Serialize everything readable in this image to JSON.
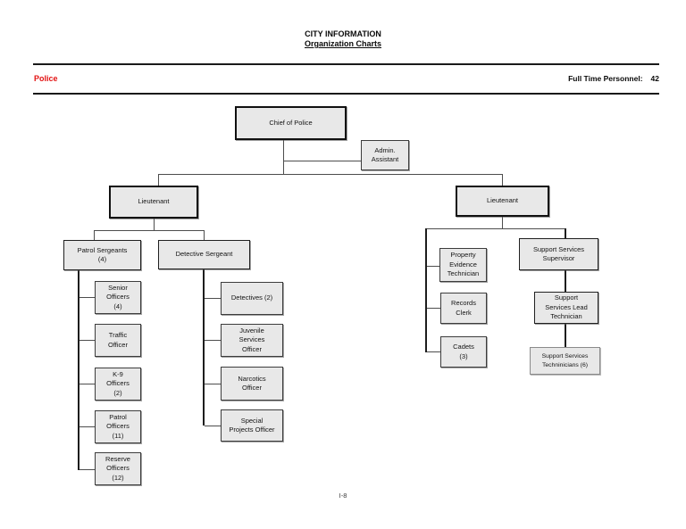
{
  "page": {
    "title_line1": "CITY INFORMATION",
    "title_line2": "Organization Charts",
    "department": "Police",
    "personnel_label": "Full Time Personnel:",
    "personnel_value": "42",
    "footer": "I-8"
  },
  "colors": {
    "department_text": "#e31212",
    "box_fill": "#e8e8e8",
    "line": "#4d4d4d"
  },
  "org": {
    "chief": "Chief of Police",
    "admin_assistant": "Admin.\nAssistant",
    "lieutenant_left": "Lieutenant",
    "lieutenant_right": "Lieutenant",
    "patrol_sergeants": "Patrol Sergeants\n(4)",
    "detective_sergeant": "Detective Sergeant",
    "senior_officers": "Senior\nOfficers\n(4)",
    "traffic_officer": "Traffic\nOfficer",
    "k9_officers": "K-9\nOfficers\n(2)",
    "patrol_officers": "Patrol\nOfficers\n(11)",
    "reserve_officers": "Reserve\nOfficers\n(12)",
    "detectives": "Detectives  (2)",
    "juvenile_services_officer": "Juvenile\nServices\nOfficer",
    "narcotics_officer": "Narcotics\nOfficer",
    "special_projects_officer": "Special\nProjects Officer",
    "property_evidence_technician": "Property\nEvidence\nTechnician",
    "records_clerk": "Records\nClerk",
    "cadets": "Cadets\n(3)",
    "support_services_supervisor": "Support Services\nSupervisor",
    "support_services_lead_technician": "Support\nServices Lead\nTechnician",
    "support_services_technicians": "Support Services\nTechninicians (6)"
  }
}
